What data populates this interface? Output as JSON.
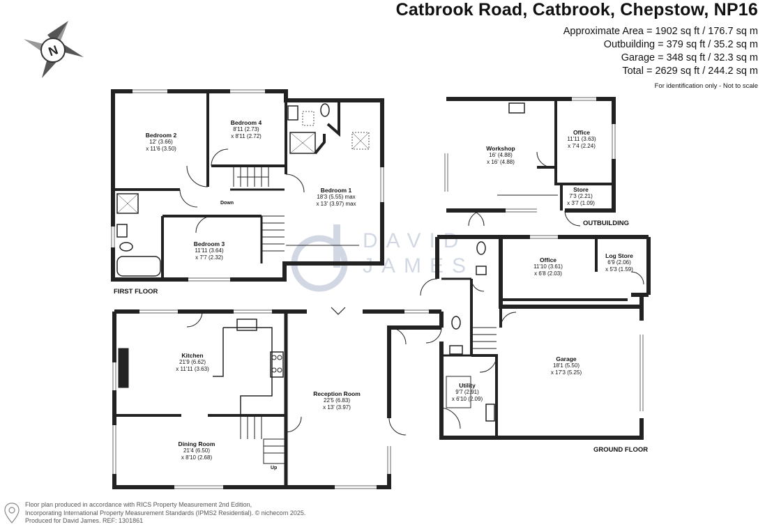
{
  "header": {
    "address": "Catbrook Road, Catbrook, Chepstow, NP16",
    "areas": [
      "Approximate Area = 1902 sq ft / 176.7 sq m",
      "Outbuilding = 379 sq ft / 35.2 sq m",
      "Garage = 348 sq ft / 32.3 sq m",
      "Total = 2629 sq ft / 244.2 sq m"
    ],
    "note": "For identification only - Not to scale"
  },
  "compass": {
    "letter": "N"
  },
  "watermark": {
    "line1": "DAVID",
    "line2": "JAMES"
  },
  "floors": {
    "first": "FIRST FLOOR",
    "outbuilding": "OUTBUILDING",
    "ground": "GROUND FLOOR"
  },
  "rooms": [
    {
      "name": "Bedroom 2",
      "dims": [
        "12' (3.66)",
        "x 11'6 (3.50)"
      ]
    },
    {
      "name": "Bedroom 4",
      "dims": [
        "8'11 (2.73)",
        "x 8'11 (2.72)"
      ]
    },
    {
      "name": "Bedroom 1",
      "dims": [
        "18'3 (5.55) max",
        "x 13' (3.97) max"
      ]
    },
    {
      "name": "Bedroom 3",
      "dims": [
        "11'11 (3.64)",
        "x 7'7 (2.32)"
      ]
    },
    {
      "name": "Workshop",
      "dims": [
        "16' (4.88)",
        "x 16' (4.88)"
      ]
    },
    {
      "name": "Office",
      "dims": [
        "11'11 (3.63)",
        "x 7'4 (2.24)"
      ]
    },
    {
      "name": "Store",
      "dims": [
        "7'3 (2.21)",
        "x 3'7 (1.09)"
      ]
    },
    {
      "name": "Office",
      "dims": [
        "11'10 (3.61)",
        "x 6'8 (2.03)"
      ]
    },
    {
      "name": "Log Store",
      "dims": [
        "6'9 (2.06)",
        "x 5'3 (1.59)"
      ]
    },
    {
      "name": "Kitchen",
      "dims": [
        "21'9 (6.62)",
        "x 11'11 (3.63)"
      ]
    },
    {
      "name": "Reception Room",
      "dims": [
        "22'5 (6.83)",
        "x 13' (3.97)"
      ]
    },
    {
      "name": "Garage",
      "dims": [
        "18'1 (5.50)",
        "x 17'3 (5.25)"
      ]
    },
    {
      "name": "Utility",
      "dims": [
        "9'7 (2.91)",
        "x 6'10 (2.09)"
      ]
    },
    {
      "name": "Dining Room",
      "dims": [
        "21'4 (6.50)",
        "x 8'10 (2.68)"
      ]
    }
  ],
  "stairs": {
    "down": "Down",
    "up": "Up"
  },
  "footer": {
    "lines": [
      "Floor plan produced in accordance with RICS Property Measurement 2nd Edition,",
      "Incorporating International Property Measurement Standards (IPMS2 Residential).  © nichecom 2025.",
      "Produced for David James.  REF: 1301861"
    ]
  }
}
